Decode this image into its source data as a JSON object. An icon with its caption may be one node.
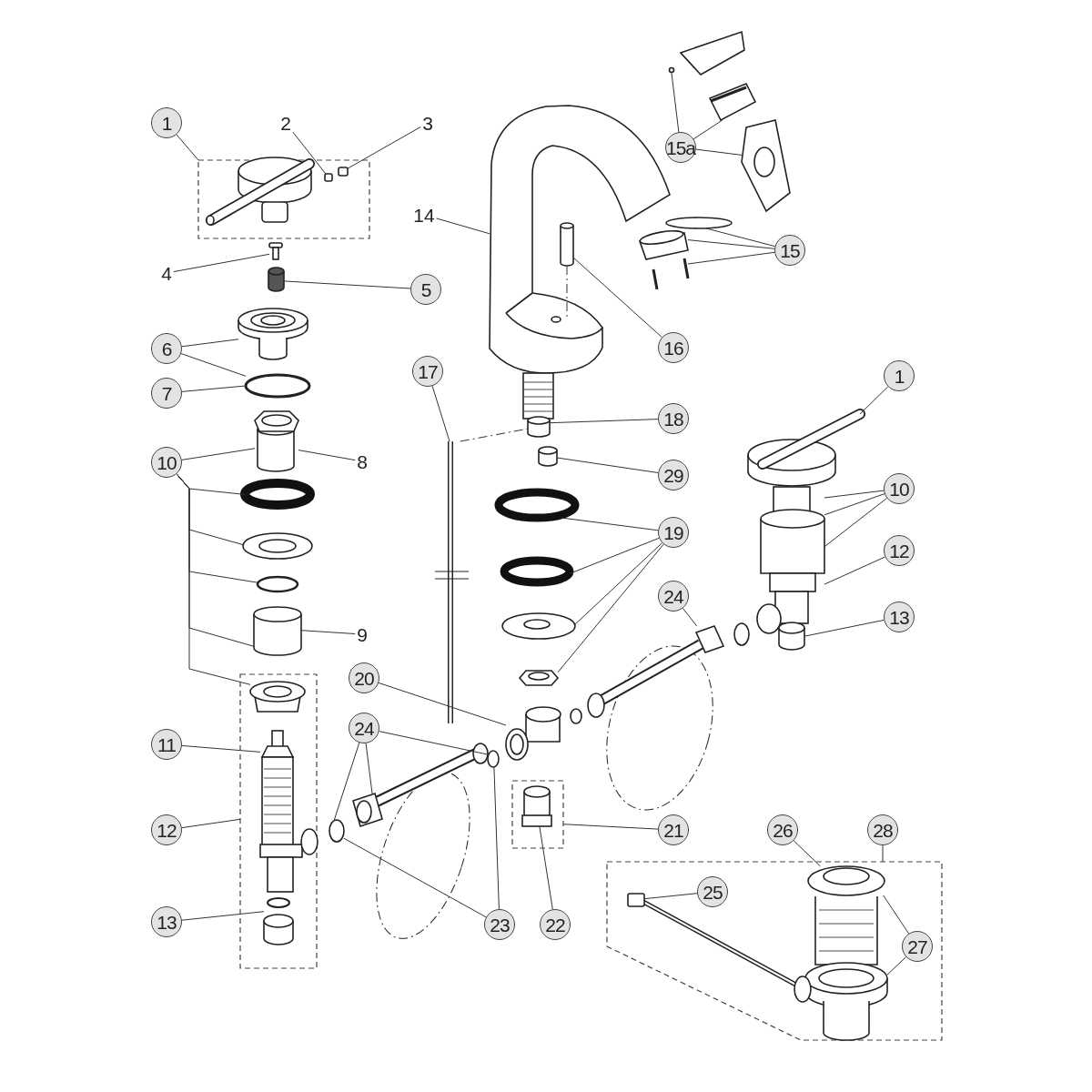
{
  "diagram": {
    "nodes": [
      {
        "text": [
          "1"
        ]
      },
      {
        "text": [
          "2"
        ]
      },
      {
        "text": [
          "3"
        ]
      },
      {
        "text": [
          "15a"
        ]
      },
      {
        "text": [
          "14"
        ]
      },
      {
        "text": [
          "15"
        ]
      },
      {
        "text": [
          "4"
        ]
      },
      {
        "text": [
          "5"
        ]
      },
      {
        "text": [
          "6"
        ]
      },
      {
        "text": [
          "16"
        ]
      },
      {
        "text": [
          "17"
        ]
      },
      {
        "text": [
          "1"
        ]
      },
      {
        "text": [
          "7"
        ]
      },
      {
        "text": [
          "18"
        ]
      },
      {
        "text": [
          "8"
        ]
      },
      {
        "text": [
          "10"
        ]
      },
      {
        "text": [
          "29"
        ]
      },
      {
        "text": [
          "10"
        ]
      },
      {
        "text": [
          "19"
        ]
      },
      {
        "text": [
          "12"
        ]
      },
      {
        "text": [
          "24"
        ]
      },
      {
        "text": [
          "13"
        ]
      },
      {
        "text": [
          "9"
        ]
      },
      {
        "text": [
          "20"
        ]
      },
      {
        "text": [
          "24"
        ]
      },
      {
        "text": [
          "11"
        ]
      },
      {
        "text": [
          "12"
        ]
      },
      {
        "text": [
          "21"
        ]
      },
      {
        "text": [
          "26"
        ]
      },
      {
        "text": [
          "28"
        ]
      },
      {
        "text": [
          "25"
        ],
        "in": 38
      },
      {
        "text": [
          "13"
        ]
      },
      {
        "text": [
          "23"
        ]
      },
      {
        "text": [
          "22"
        ]
      },
      {
        "text": [
          "27"
        ],
        "in": 38
      },
      {
        "text": [],
        "shape": "box"
      },
      {
        "text": [],
        "shape": "box"
      },
      {
        "text": [],
        "shape": "box"
      },
      {
        "text": [],
        "shape": "box"
      },
      {
        "text": [],
        "shape": "picture",
        "in": 35
      },
      {
        "text": [],
        "shape": "box",
        "in": 35
      },
      {
        "text": [],
        "shape": "box",
        "in": 35
      },
      {
        "text": [],
        "shape": "picture"
      },
      {
        "text": [],
        "shape": "cylinder"
      },
      {
        "text": [],
        "shape": "picture"
      },
      {
        "text": [],
        "shape": "circle"
      },
      {
        "text": [],
        "shape": "cylinder"
      },
      {
        "text": [],
        "shape": "circle"
      },
      {
        "text": [],
        "shape": "circle"
      },
      {
        "text": [],
        "shape": "circle"
      },
      {
        "text": [],
        "shape": "cylinder"
      },
      {
        "text": [],
        "shape": "picture",
        "in": 36
      },
      {
        "text": [],
        "shape": "picture",
        "in": 36
      },
      {
        "text": [],
        "shape": "cylinder",
        "in": 36
      },
      {
        "text": [],
        "shape": "picture"
      },
      {
        "text": [],
        "shape": "cylinder"
      },
      {
        "text": [],
        "shape": "cylinder"
      },
      {
        "text": [],
        "shape": "circle"
      },
      {
        "text": [],
        "shape": "picture"
      },
      {
        "text": [],
        "shape": "picture"
      },
      {
        "text": [],
        "shape": "circle"
      },
      {
        "text": [],
        "shape": "picture"
      },
      {
        "text": [],
        "shape": "picture"
      },
      {
        "text": [],
        "shape": "picture"
      },
      {
        "text": [],
        "shape": "cylinder"
      },
      {
        "text": [],
        "shape": "circle"
      },
      {
        "text": [],
        "shape": "circle"
      },
      {
        "text": [],
        "shape": "circle"
      },
      {
        "text": [],
        "shape": "picture"
      },
      {
        "text": [],
        "shape": "picture"
      },
      {
        "text": [],
        "shape": "picture"
      },
      {
        "text": [],
        "shape": "picture"
      },
      {
        "text": [],
        "shape": "circle"
      },
      {
        "text": [],
        "shape": "circle"
      },
      {
        "text": [],
        "shape": "cylinder",
        "in": 37
      },
      {
        "text": [],
        "shape": "picture"
      },
      {
        "text": [],
        "shape": "picture"
      },
      {
        "text": [],
        "shape": "cylinder"
      },
      {
        "text": [],
        "shape": "picture",
        "in": 38
      },
      {
        "text": [],
        "shape": "picture",
        "in": 38
      },
      {
        "text": [],
        "shape": "box",
        "in": 38
      }
    ],
    "edges": [
      {
        "from": 0,
        "to": 35,
        "arrow": "none"
      },
      {
        "from": 1,
        "to": 40,
        "arrow": "none"
      },
      {
        "from": 2,
        "to": 41,
        "arrow": "none"
      },
      {
        "from": 3,
        "to": 57,
        "arrow": "none"
      },
      {
        "from": 3,
        "to": 58,
        "arrow": "none"
      },
      {
        "from": 3,
        "to": 59,
        "arrow": "none"
      },
      {
        "from": 4,
        "to": 54,
        "arrow": "none"
      },
      {
        "from": 5,
        "to": 60,
        "arrow": "none"
      },
      {
        "from": 5,
        "to": 61,
        "arrow": "none"
      },
      {
        "from": 5,
        "to": 62,
        "arrow": "none"
      },
      {
        "from": 6,
        "to": 42,
        "arrow": "none"
      },
      {
        "from": 7,
        "to": 43,
        "arrow": "none"
      },
      {
        "from": 8,
        "to": 44,
        "arrow": "none"
      },
      {
        "from": 8,
        "to": 45,
        "arrow": "none"
      },
      {
        "from": 9,
        "to": 56,
        "arrow": "none"
      },
      {
        "from": 10,
        "to": 63,
        "arrow": "none"
      },
      {
        "from": 11,
        "to": 75,
        "arrow": "none"
      },
      {
        "from": 12,
        "to": 45,
        "arrow": "none"
      },
      {
        "from": 13,
        "to": 55,
        "arrow": "none"
      },
      {
        "from": 14,
        "to": 46,
        "arrow": "none"
      },
      {
        "from": 15,
        "to": 46,
        "arrow": "none"
      },
      {
        "from": 15,
        "to": 47,
        "arrow": "none"
      },
      {
        "from": 15,
        "to": 48,
        "arrow": "none"
      },
      {
        "from": 15,
        "to": 49,
        "arrow": "none"
      },
      {
        "from": 15,
        "to": 50,
        "arrow": "none"
      },
      {
        "from": 15,
        "to": 51,
        "arrow": "none"
      },
      {
        "from": 16,
        "to": 64,
        "arrow": "none"
      },
      {
        "from": 17,
        "to": 76,
        "arrow": "none"
      },
      {
        "from": 17,
        "to": 76,
        "arrow": "none"
      },
      {
        "from": 17,
        "to": 76,
        "arrow": "none"
      },
      {
        "from": 18,
        "to": 65,
        "arrow": "none"
      },
      {
        "from": 18,
        "to": 66,
        "arrow": "none"
      },
      {
        "from": 18,
        "to": 67,
        "arrow": "none"
      },
      {
        "from": 18,
        "to": 68,
        "arrow": "none"
      },
      {
        "from": 19,
        "to": 76,
        "arrow": "none"
      },
      {
        "from": 20,
        "to": 70,
        "arrow": "none"
      },
      {
        "from": 21,
        "to": 77,
        "arrow": "none"
      },
      {
        "from": 22,
        "to": 50,
        "arrow": "none"
      },
      {
        "from": 23,
        "to": 69,
        "arrow": "none"
      },
      {
        "from": 24,
        "to": 73,
        "arrow": "none"
      },
      {
        "from": 24,
        "to": 71,
        "arrow": "none"
      },
      {
        "from": 24,
        "to": 72,
        "arrow": "none"
      },
      {
        "from": 25,
        "to": 52,
        "arrow": "none"
      },
      {
        "from": 26,
        "to": 36,
        "arrow": "none"
      },
      {
        "from": 27,
        "to": 37,
        "arrow": "none"
      },
      {
        "from": 28,
        "to": 78,
        "arrow": "none"
      },
      {
        "from": 29,
        "to": 38,
        "arrow": "none"
      },
      {
        "from": 30,
        "to": 80,
        "arrow": "none"
      },
      {
        "from": 31,
        "to": 53,
        "arrow": "none"
      },
      {
        "from": 32,
        "to": 73,
        "arrow": "none"
      },
      {
        "from": 32,
        "to": 72,
        "arrow": "none"
      },
      {
        "from": 33,
        "to": 74,
        "arrow": "none"
      },
      {
        "from": 34,
        "to": 78,
        "arrow": "none"
      },
      {
        "from": 34,
        "to": 79,
        "arrow": "none"
      },
      {
        "from": 63,
        "to": 55,
        "arrow": "none",
        "style": "dashed"
      },
      {
        "from": 56,
        "to": 54,
        "arrow": "none",
        "style": "dashed"
      }
    ]
  }
}
